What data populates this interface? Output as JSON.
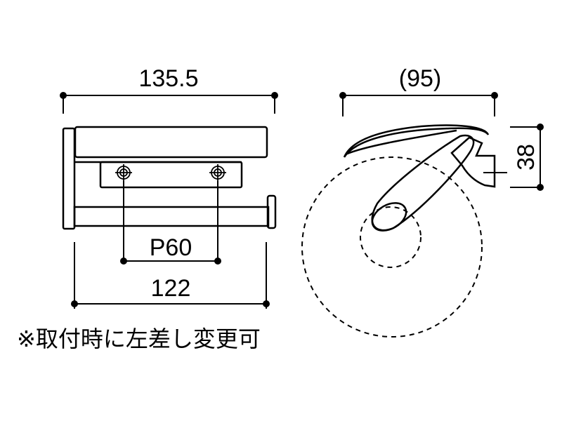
{
  "front_view": {
    "overall_width": "135.5",
    "bar_width": "122",
    "pitch": "P60"
  },
  "side_view": {
    "depth": "(95)",
    "height": "38"
  },
  "note": "※取付時に左差し変更可",
  "colors": {
    "line": "#000000",
    "background": "#ffffff"
  }
}
